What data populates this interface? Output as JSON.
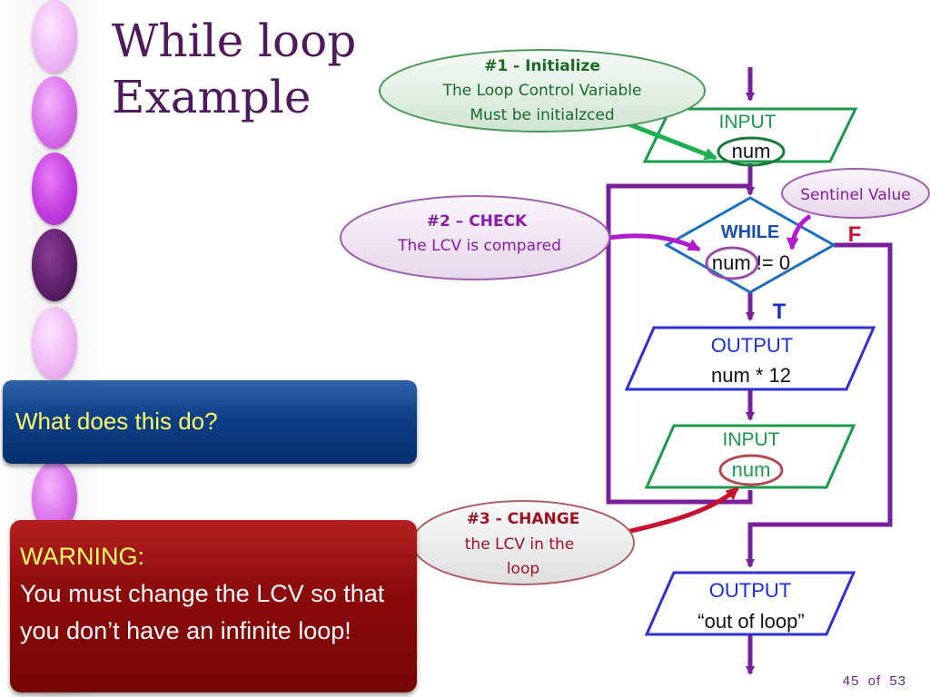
{
  "slide": {
    "title_line1": "While loop",
    "title_line2": "Example",
    "page": {
      "current": "45",
      "of": "of",
      "total": "53"
    }
  },
  "question": {
    "text": "What does this do?"
  },
  "warning": {
    "label": "WARNING:",
    "text": "You must change the LCV so that you don’t have an infinite loop!"
  },
  "callouts": {
    "initialize": {
      "line1": "#1 - Initialize",
      "line2": "The Loop Control Variable",
      "line3": "Must be initialzced"
    },
    "check": {
      "line1": "#2 – CHECK",
      "line2": "The LCV is compared"
    },
    "change": {
      "line1": "#3 - CHANGE",
      "line2": "the LCV  in the",
      "line3": "loop"
    },
    "sentinel": {
      "text": "Sentinel Value"
    }
  },
  "flowchart": {
    "input1": {
      "keyword": "INPUT",
      "var": "num"
    },
    "while": {
      "keyword": "WHILE",
      "condition": "num != 0"
    },
    "true_label": "T",
    "false_label": "F",
    "output1": {
      "keyword": "OUTPUT",
      "expr": "num * 12"
    },
    "input2": {
      "keyword": "INPUT",
      "var": "num"
    },
    "output2": {
      "keyword": "OUTPUT",
      "expr": "“out of loop”"
    }
  },
  "colors": {
    "title": "#4e1a5c",
    "green_shape": "#1a9a4a",
    "blue_shape": "#2f2fd6",
    "loop_line": "#7a1f9a",
    "keyword_blue": "#1a2fd0",
    "false_red": "#c8102e",
    "green_callout": "#1a6a2a",
    "purple_callout": "#8a1aa8",
    "red_callout": "#a01020"
  }
}
